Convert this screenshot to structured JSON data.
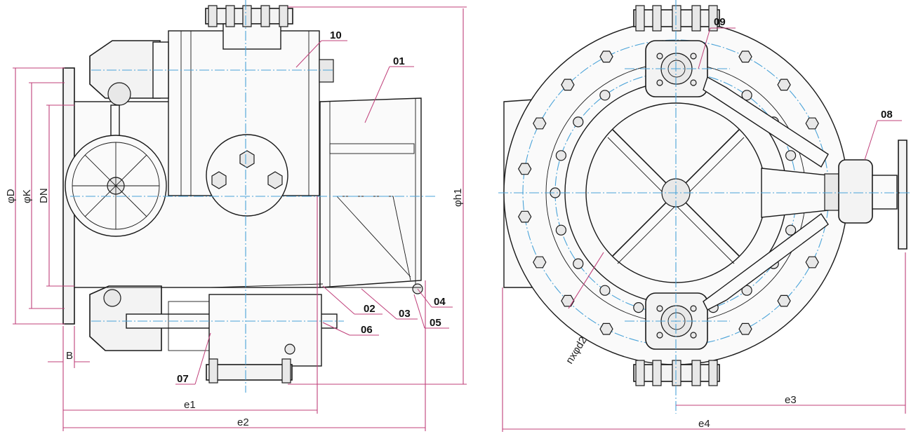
{
  "part_labels": {
    "p01": "01",
    "p02": "02",
    "p03": "03",
    "p04": "04",
    "p05": "05",
    "p06": "06",
    "p07": "07",
    "p08": "08",
    "p09": "09",
    "p10": "10"
  },
  "dimensions": {
    "phiD": "φD",
    "phiK": "φK",
    "DN": "DN",
    "B": "B",
    "e1": "e1",
    "e2": "e2",
    "e3": "e3",
    "e4": "e4",
    "phih1": "φh1",
    "nxphid2": "nxφd2"
  },
  "colors": {
    "line": "#1a1a1a",
    "centerline": "#4aa3d8",
    "dimension": "#c0407a",
    "fill": "#f3f3f3"
  }
}
